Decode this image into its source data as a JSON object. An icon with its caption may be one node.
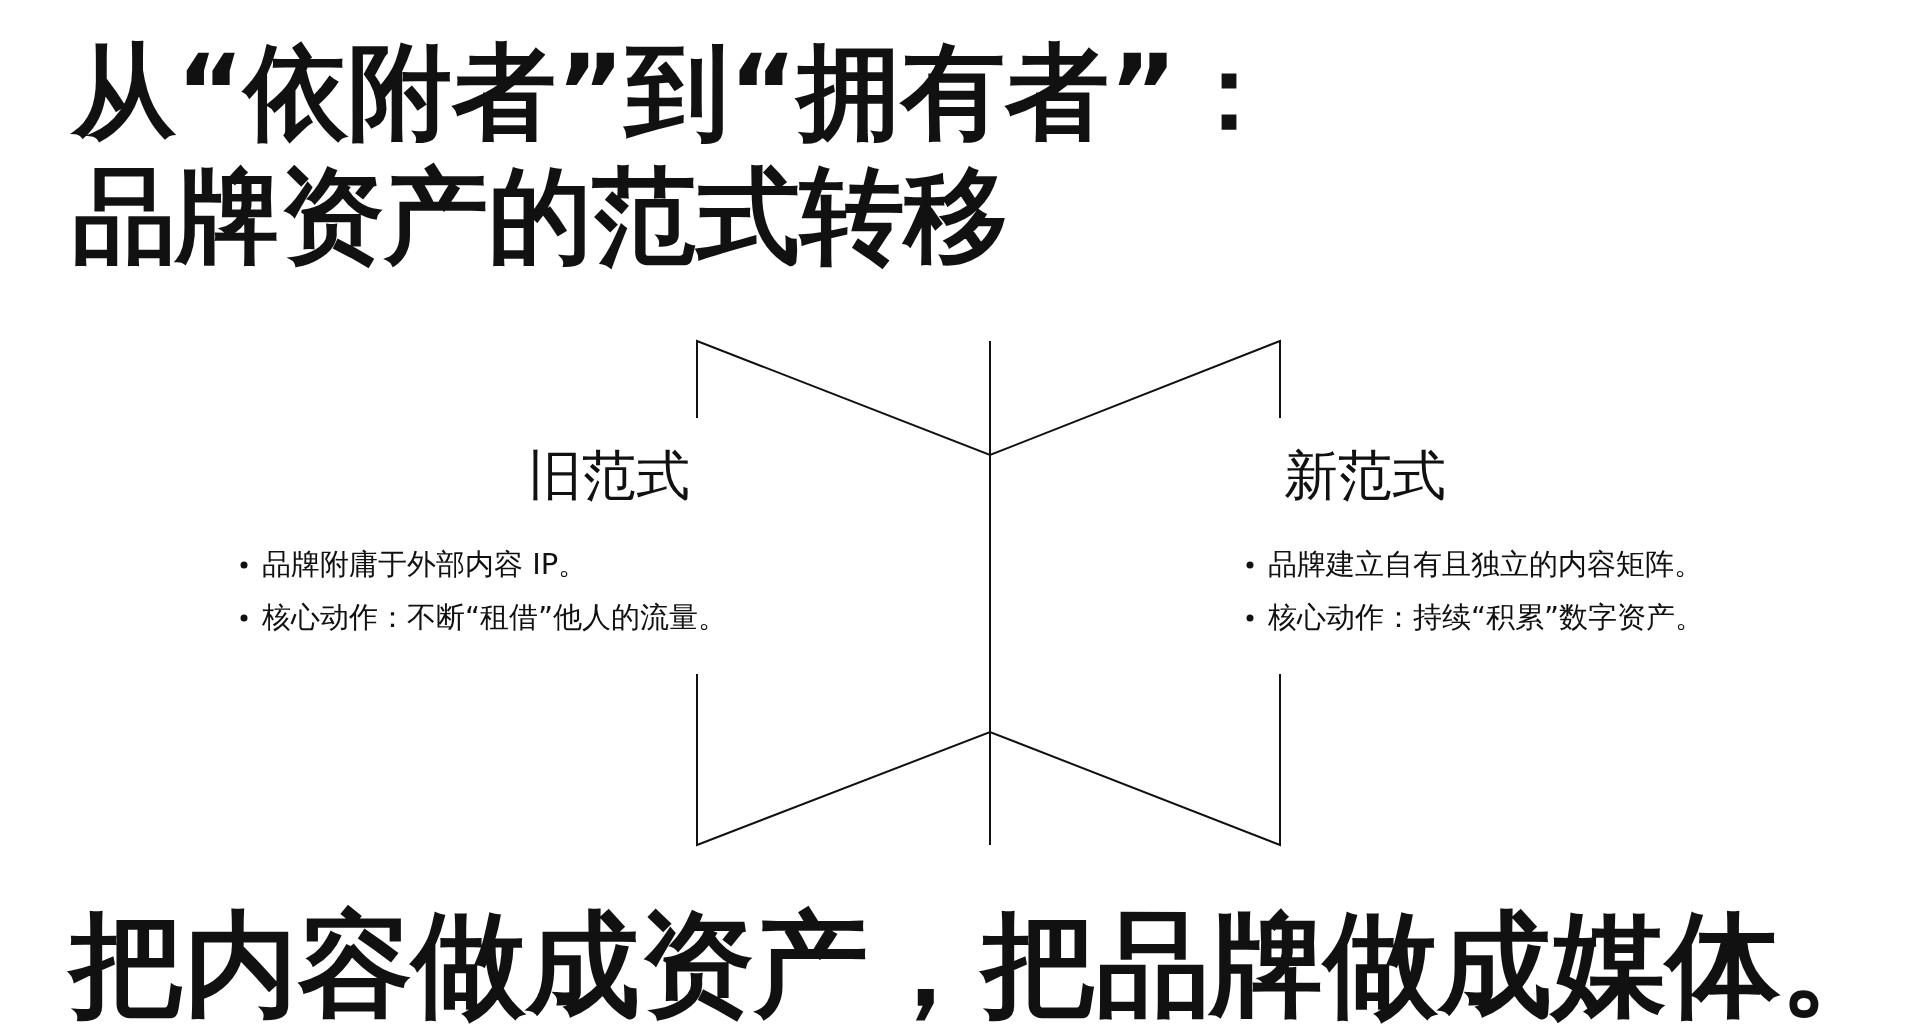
{
  "diagram": {
    "title": "从“依附者”到“拥有者”：品牌资产的范式转移",
    "nodes": [
      {
        "text": [
          "旧范式",
          "品牌附庸于外部内容 IP。",
          "核心动作：不断“租借”他人的流量。"
        ]
      },
      {
        "text": [
          "新范式",
          "品牌建立自有且独立的内容矩阵。",
          "核心动作：持续“积累”数字资产。"
        ]
      }
    ],
    "caption": "把内容做成资产，把品牌做成媒体。"
  }
}
